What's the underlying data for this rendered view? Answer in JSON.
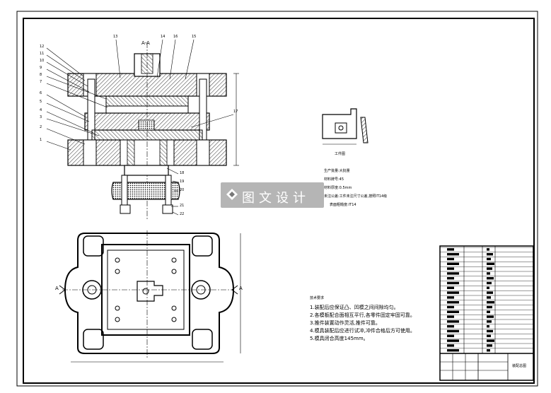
{
  "drawing": {
    "section_label": "A-A",
    "part_numbers_left": [
      "12",
      "11",
      "10",
      "9",
      "8",
      "7",
      "6",
      "5",
      "4",
      "3",
      "2",
      "1"
    ],
    "part_numbers_top": [
      "13",
      "14",
      "16",
      "15"
    ],
    "part_number_right": "17",
    "part_numbers_bottom": [
      "18",
      "19",
      "20",
      "21",
      "22"
    ],
    "view_marker_left": "A",
    "view_marker_right": "A"
  },
  "part_sketch": {
    "caption": "工件图"
  },
  "part_info": {
    "lines": [
      "生产批量:大批量",
      "材料牌号:45",
      "材料厚度:0.5mm",
      "未注公差:工件未注尺寸公差,按照IT14级",
      "表面粗糙度:IT14"
    ]
  },
  "tech_requirements": {
    "title": "技术要求",
    "items": [
      "1.装配后应保证凸、凹模之间间隙均匀。",
      "2.各模板配合面相互平行,各零件固定牢固可靠。",
      "3.推件装置动作灵活,推件可靠。",
      "4.模具装配后应进行试冲,冲件合格后方可使用。",
      "5.模具闭合高度145mm。"
    ]
  },
  "title_block": {
    "title": "装配总图"
  },
  "watermark": {
    "text": "图文设计"
  }
}
